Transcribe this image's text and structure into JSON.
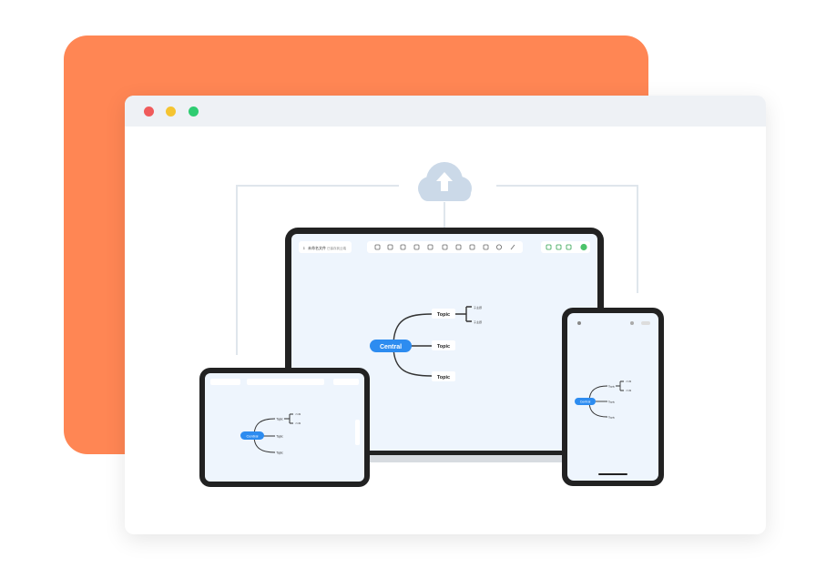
{
  "window": {
    "controls": [
      "close",
      "minimize",
      "maximize"
    ]
  },
  "colors": {
    "accent_orange": "#ff8654",
    "mindmap_blue": "#2d8cf0",
    "device_frame": "#222222",
    "screen_bg": "#eef5fd",
    "cloud": "#cbd9e8"
  },
  "cloud": {
    "icon": "upload-cloud-icon"
  },
  "laptop": {
    "header_title": "未命名文件",
    "header_status": "已保存到云端",
    "toolbar_icons": [
      "undo-icon",
      "redo-icon",
      "style-icon",
      "outline-icon",
      "copy-icon",
      "sort-icon",
      "cut-icon",
      "insert-icon",
      "image-icon",
      "emoji-icon",
      "pen-icon"
    ],
    "right_icons": [
      "export-icon",
      "share-icon",
      "settings-icon",
      "avatar-icon"
    ],
    "mindmap": {
      "central": "Central",
      "topics": [
        "Topic",
        "Topic",
        "Topic"
      ],
      "subtopics": [
        "子主题",
        "子主题"
      ]
    }
  },
  "tablet": {
    "mindmap": {
      "central": "Central",
      "topics": [
        "Topic",
        "Topic",
        "Topic"
      ],
      "subtopics": [
        "子主题",
        "子主题"
      ]
    }
  },
  "phone": {
    "mindmap": {
      "central": "Central",
      "topics": [
        "Topic",
        "Topic",
        "Topic"
      ],
      "subtopics": [
        "子主题",
        "子主题"
      ]
    }
  }
}
